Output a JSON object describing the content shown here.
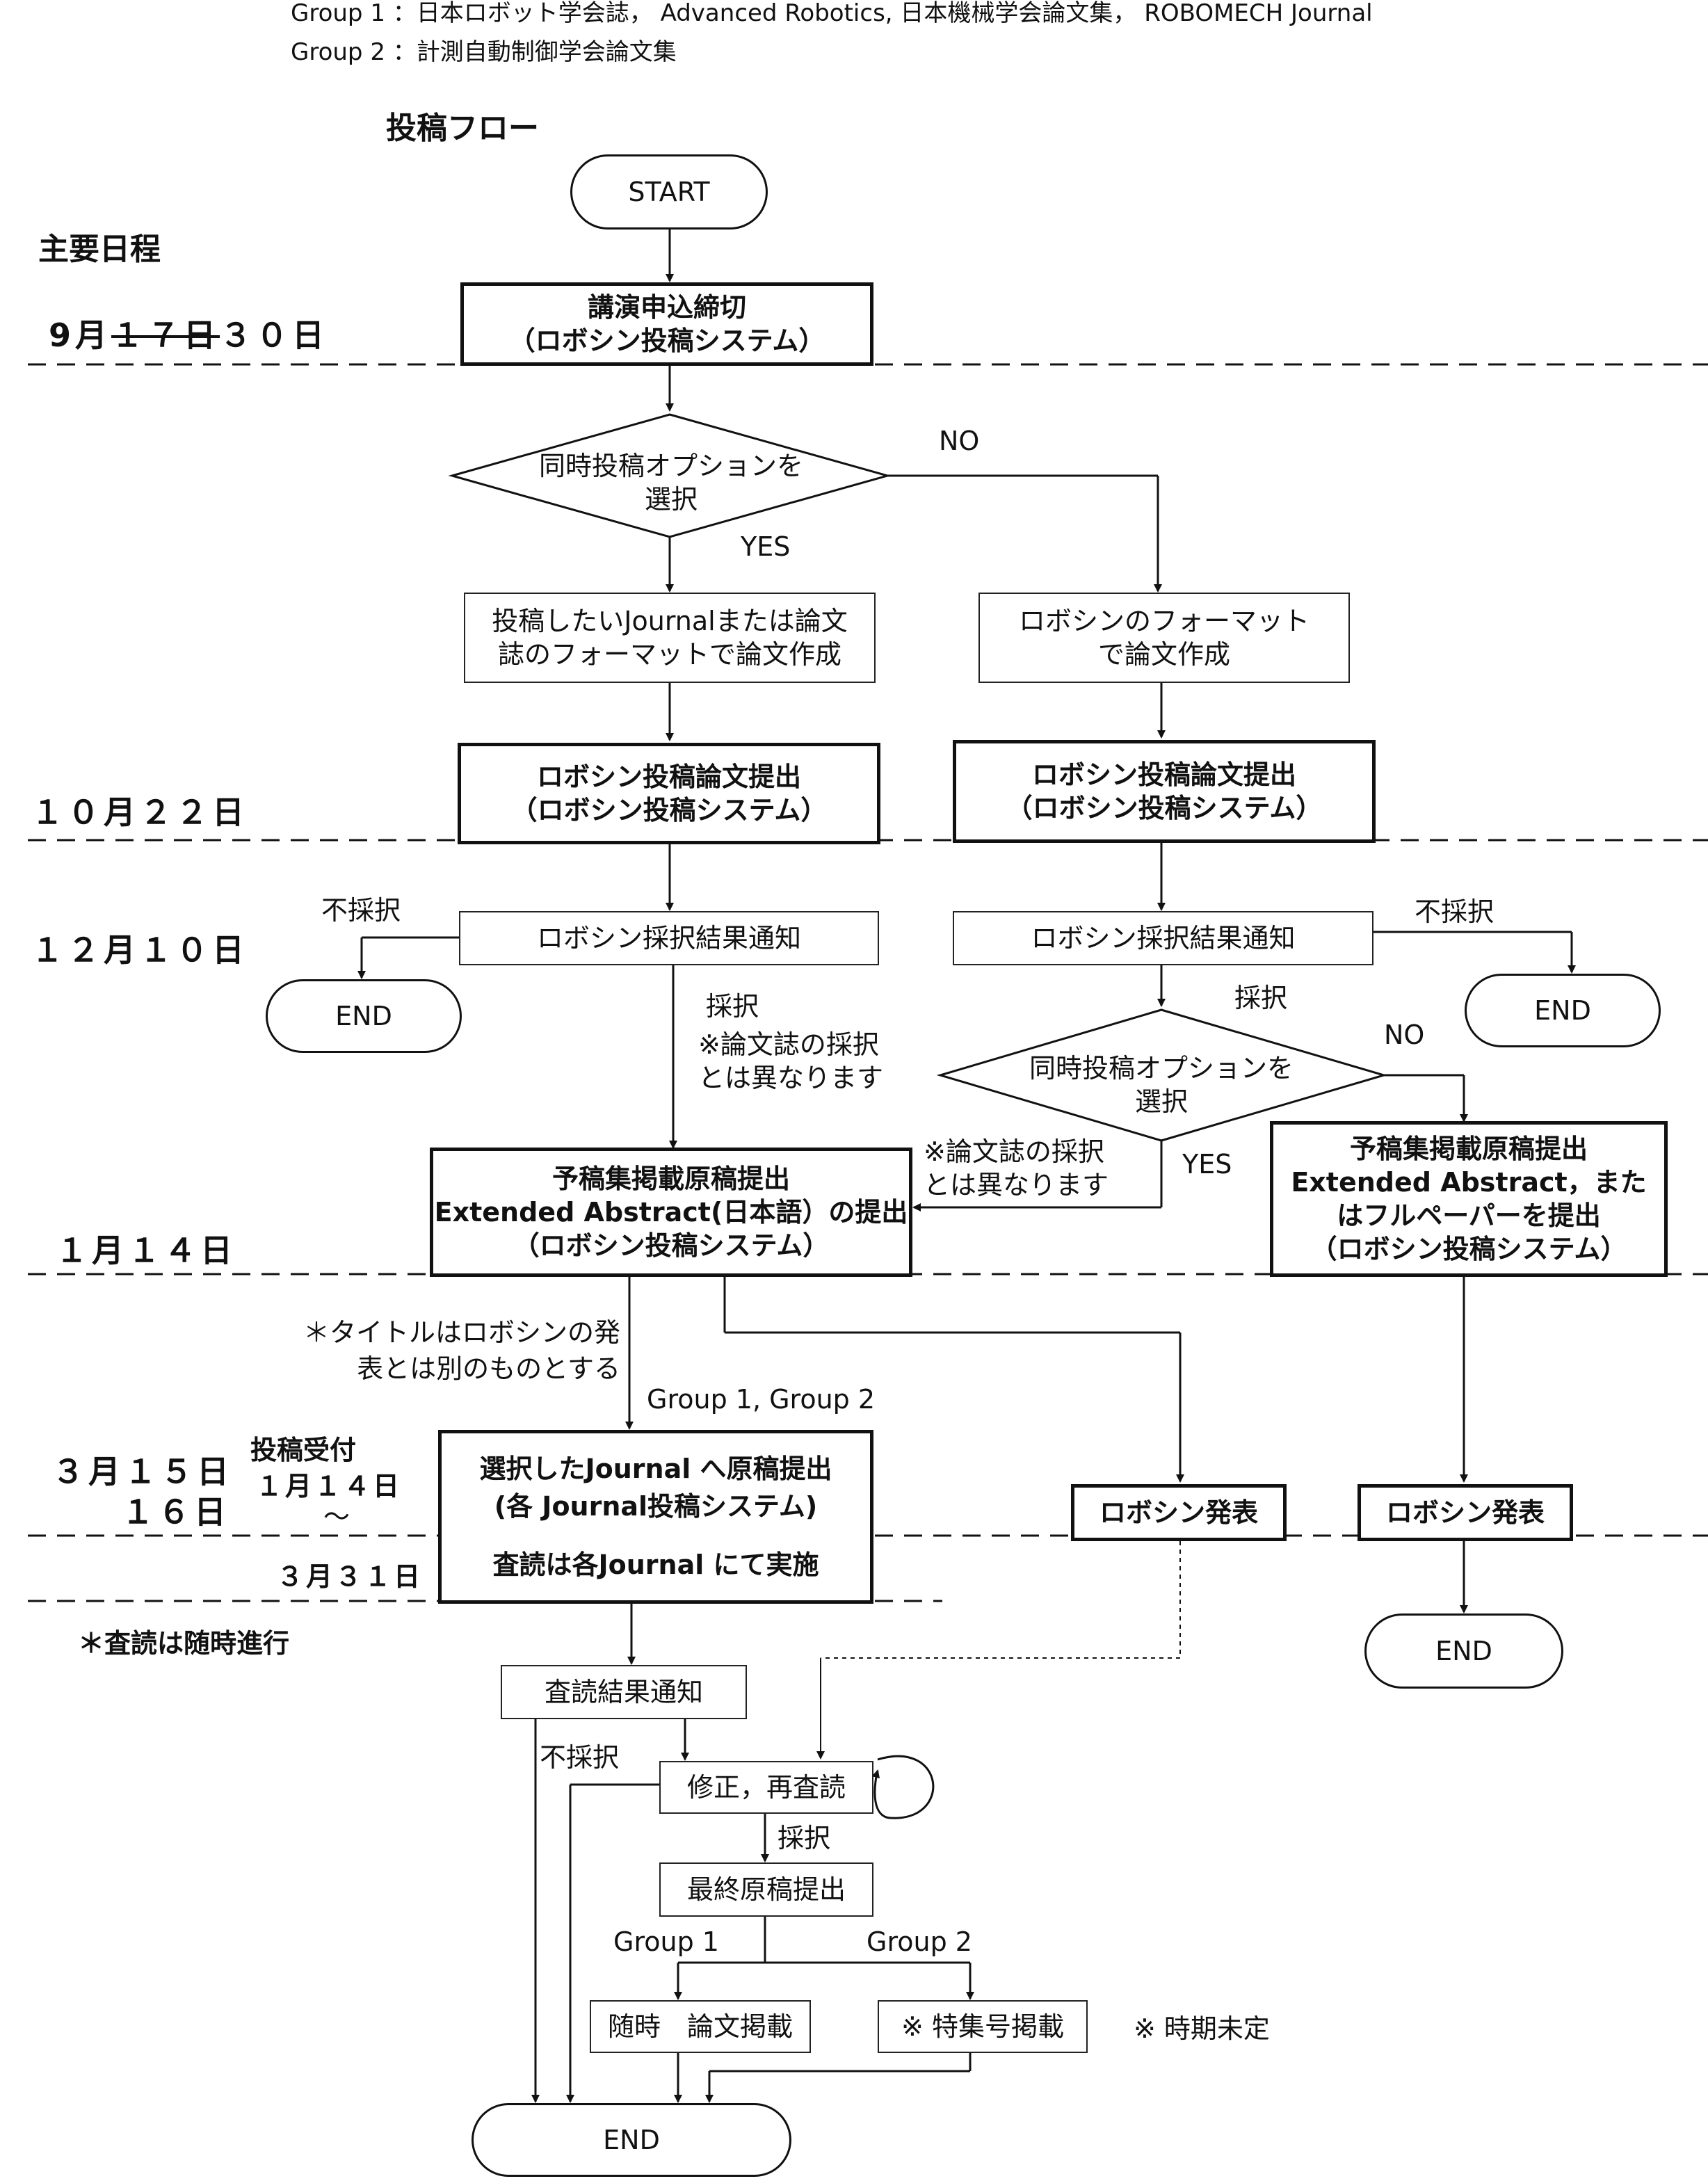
{
  "header": {
    "group1": "Group 1 ：日本ロボット学会誌， Advanced Robotics, 日本機械学会論文集， ROBOMECH Journal",
    "group2": "Group 2 ：計測自動制御学会論文集"
  },
  "flow_title": "投稿フロー",
  "schedule_title": "主要日程",
  "dates": {
    "sep_prefix": "9月",
    "sep_struck": "１７日",
    "sep_new": "３０日",
    "oct": "１０月２２日",
    "dec": "１２月１０日",
    "jan": "１月１４日",
    "mar15": "３月１５日",
    "mar16": "１６日",
    "mar31": "３月３１日"
  },
  "submission_window": {
    "label": "投稿受付",
    "from": "１月１４日",
    "tilde": "～"
  },
  "nodes": {
    "start": "START",
    "deadline": [
      "講演申込締切",
      "（ロボシン投稿システム）"
    ],
    "decision1": [
      "同時投稿オプションを",
      "選択"
    ],
    "write_journal": [
      "投稿したいJournalまたは論文",
      "誌のフォーマットで論文作成"
    ],
    "write_robosym": [
      "ロボシンのフォーマット",
      "で論文作成"
    ],
    "submit_left": [
      "ロボシン投稿論文提出",
      "（ロボシン投稿システム）"
    ],
    "submit_right": [
      "ロボシン投稿論文提出",
      "（ロボシン投稿システム）"
    ],
    "notify_left": "ロボシン採択結果通知",
    "notify_right": "ロボシン採択結果通知",
    "end_left": "END",
    "end_right": "END",
    "decision2": [
      "同時投稿オプションを",
      "選択"
    ],
    "preprint_left": [
      "予稿集掲載原稿提出",
      "Extended Abstract(日本語）の提出",
      "（ロボシン投稿システム）"
    ],
    "preprint_right": [
      "予稿集掲載原稿提出",
      "Extended Abstract，また",
      "はフルペーパーを提出",
      "（ロボシン投稿システム）"
    ],
    "journal_submit": [
      "選択したJournal へ原稿提出",
      "(各 Journal投稿システム)",
      "",
      "査読は各Journal にて実施"
    ],
    "present_mid": "ロボシン発表",
    "present_right": "ロボシン発表",
    "end_present": "END",
    "review_result": "査読結果通知",
    "revise": "修正，再査読",
    "final": "最終原稿提出",
    "publish_g1": "随時　論文掲載",
    "publish_g2": "※ 特集号掲載",
    "end_bottom": "END"
  },
  "edge_labels": {
    "no1": "NO",
    "yes1": "YES",
    "reject_left": "不採択",
    "reject_right": "不採択",
    "accept_left": "採択",
    "accept_right": "採択",
    "note_left": [
      "※論文誌の採択",
      "とは異なります"
    ],
    "note_mid": [
      "※論文誌の採択",
      "とは異なります"
    ],
    "no2": "NO",
    "yes2": "YES",
    "title_note": [
      "＊タイトルはロボシンの発",
      "表とは別のものとする"
    ],
    "groups": "Group 1, Group 2",
    "review_note": "＊査読は随時進行",
    "reject_review": "不採択",
    "accept_review": "採択",
    "group1": "Group 1",
    "group2": "Group 2",
    "timing_note": "※ 時期未定"
  }
}
